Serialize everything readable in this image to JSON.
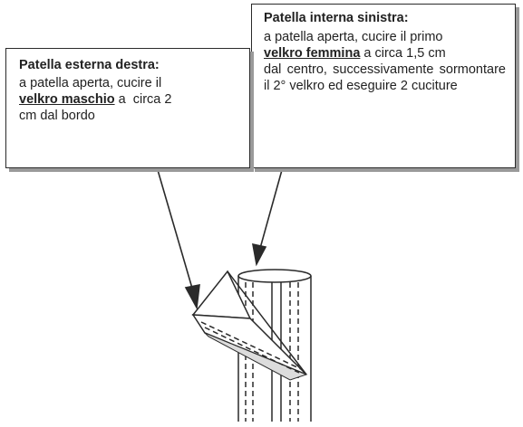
{
  "right_note": {
    "heading": "Patella interna sinistra:",
    "line1_pre": "a patella aperta, cucire il primo",
    "keyword": "velkro femmina",
    "line2_post": " a circa 1,5 cm",
    "rest": "dal centro, successivamente sormontare il 2° velkro ed eseguire 2 cuciture"
  },
  "left_note": {
    "heading": "Patella esterna destra:",
    "line1": "a patella aperta, cucire il",
    "keyword": "velkro maschio",
    "line2_post": " a  circa 2",
    "rest": "cm dal bordo"
  },
  "colors": {
    "ink": "#222222",
    "border": "#2a2a2a",
    "shadow": "#9a9a9a",
    "fold_shade": "#dcdcdc"
  }
}
